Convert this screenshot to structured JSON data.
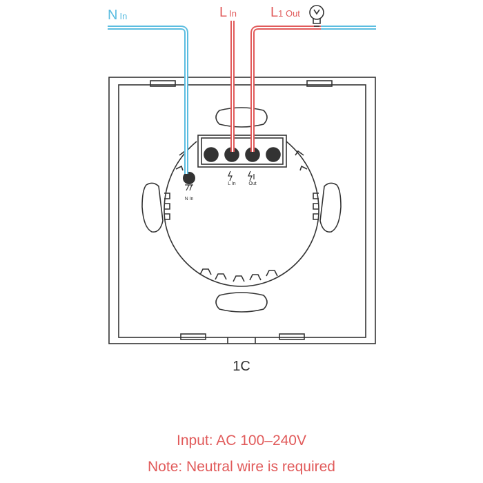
{
  "wires": {
    "neutral": {
      "label_main": "N",
      "label_sub": "In",
      "color": "#5bbde0"
    },
    "live_in": {
      "label_main": "L",
      "label_sub": "In",
      "color": "#e15a5a"
    },
    "live_out": {
      "label_main": "L",
      "label_sub": "1 Out",
      "color": "#e15a5a"
    }
  },
  "terminals": {
    "n_in": "N In",
    "l_in": "L In",
    "out": "Out"
  },
  "icons": {
    "bulb": "light-bulb-icon",
    "lightning": "lightning-icon"
  },
  "outline_color": "#333333",
  "model": "1C",
  "input": "Input: AC 100–240V",
  "note": "Note: Neutral wire is required"
}
